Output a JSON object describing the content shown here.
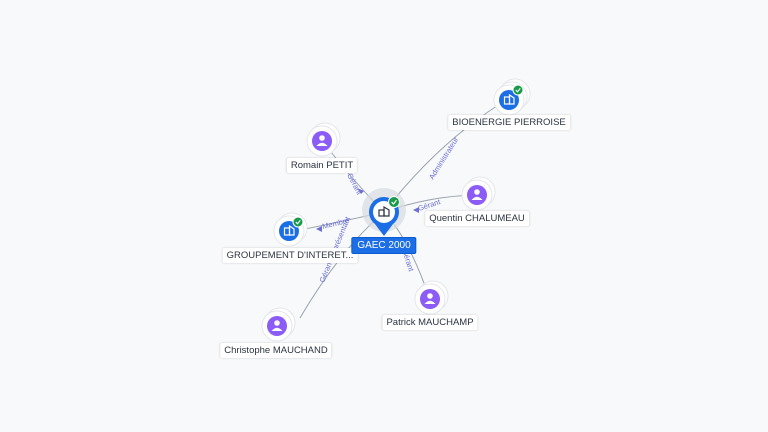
{
  "center": {
    "label": "GAEC 2000",
    "type": "company",
    "verified": true
  },
  "nodes": [
    {
      "id": "romain",
      "label": "Romain PETIT",
      "type": "person",
      "edge": "Gérant"
    },
    {
      "id": "groupement",
      "label": "GROUPEMENT D'INTERET...",
      "type": "company",
      "verified": true,
      "edge": "Membre"
    },
    {
      "id": "christophe",
      "label": "Christophe MAUCHAND",
      "type": "person",
      "edge": "Gérant Représentant"
    },
    {
      "id": "patrick",
      "label": "Patrick MAUCHAMP",
      "type": "person",
      "edge": "Gérant"
    },
    {
      "id": "quentin",
      "label": "Quentin CHALUMEAU",
      "type": "person",
      "edge": "Gérant"
    },
    {
      "id": "bioenergie",
      "label": "BIOENERGIE PIERROISE",
      "type": "company",
      "verified": true,
      "edge": "Administrateur"
    }
  ],
  "colors": {
    "person": "#8b5cf6",
    "company": "#1b6ee6",
    "verified": "#1a9a4b",
    "edge": "#9aa3ad",
    "edge_label": "#6a6fd6"
  }
}
